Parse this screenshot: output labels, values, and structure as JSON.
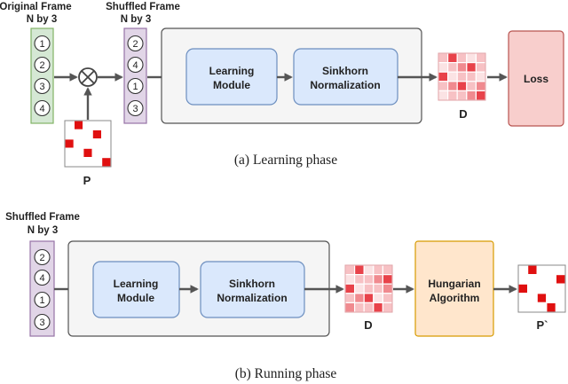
{
  "learning_phase": {
    "original_frame_title": "Original Frame",
    "original_frame_subtitle": "N by 3",
    "original_items": [
      "1",
      "2",
      "3",
      "4"
    ],
    "shuffled_frame_title": "Shuffled Frame",
    "shuffled_frame_subtitle": "N by 3",
    "shuffled_items": [
      "2",
      "4",
      "1",
      "3"
    ],
    "permutation_label": "P",
    "learning_module": [
      "Learning",
      "Module"
    ],
    "sinkhorn": [
      "Sinkhorn",
      "Normalization"
    ],
    "matrix_label": "D",
    "loss": "Loss",
    "caption": "(a) Learning phase"
  },
  "running_phase": {
    "shuffled_frame_title": "Shuffled Frame",
    "shuffled_frame_subtitle": "N by 3",
    "shuffled_items": [
      "2",
      "4",
      "1",
      "3"
    ],
    "learning_module": [
      "Learning",
      "Module"
    ],
    "sinkhorn": [
      "Sinkhorn",
      "Normalization"
    ],
    "matrix_label": "D",
    "hungarian": [
      "Hungarian",
      "Algorithm"
    ],
    "output_label": "P`",
    "caption": "(b) Running phase"
  },
  "colors": {
    "original_frame_fill": "#d5e8d4",
    "original_frame_stroke": "#82b366",
    "shuffled_frame_fill": "#e1d5e7",
    "shuffled_frame_stroke": "#9673a6",
    "module_fill": "#dae8fc",
    "module_stroke": "#6c8ebf",
    "container_fill": "#f5f5f5",
    "loss_fill": "#f8cecc",
    "loss_stroke": "#b85450",
    "hungarian_fill": "#ffe6cc",
    "hungarian_stroke": "#d79b00",
    "perm_red": "#e01010"
  }
}
